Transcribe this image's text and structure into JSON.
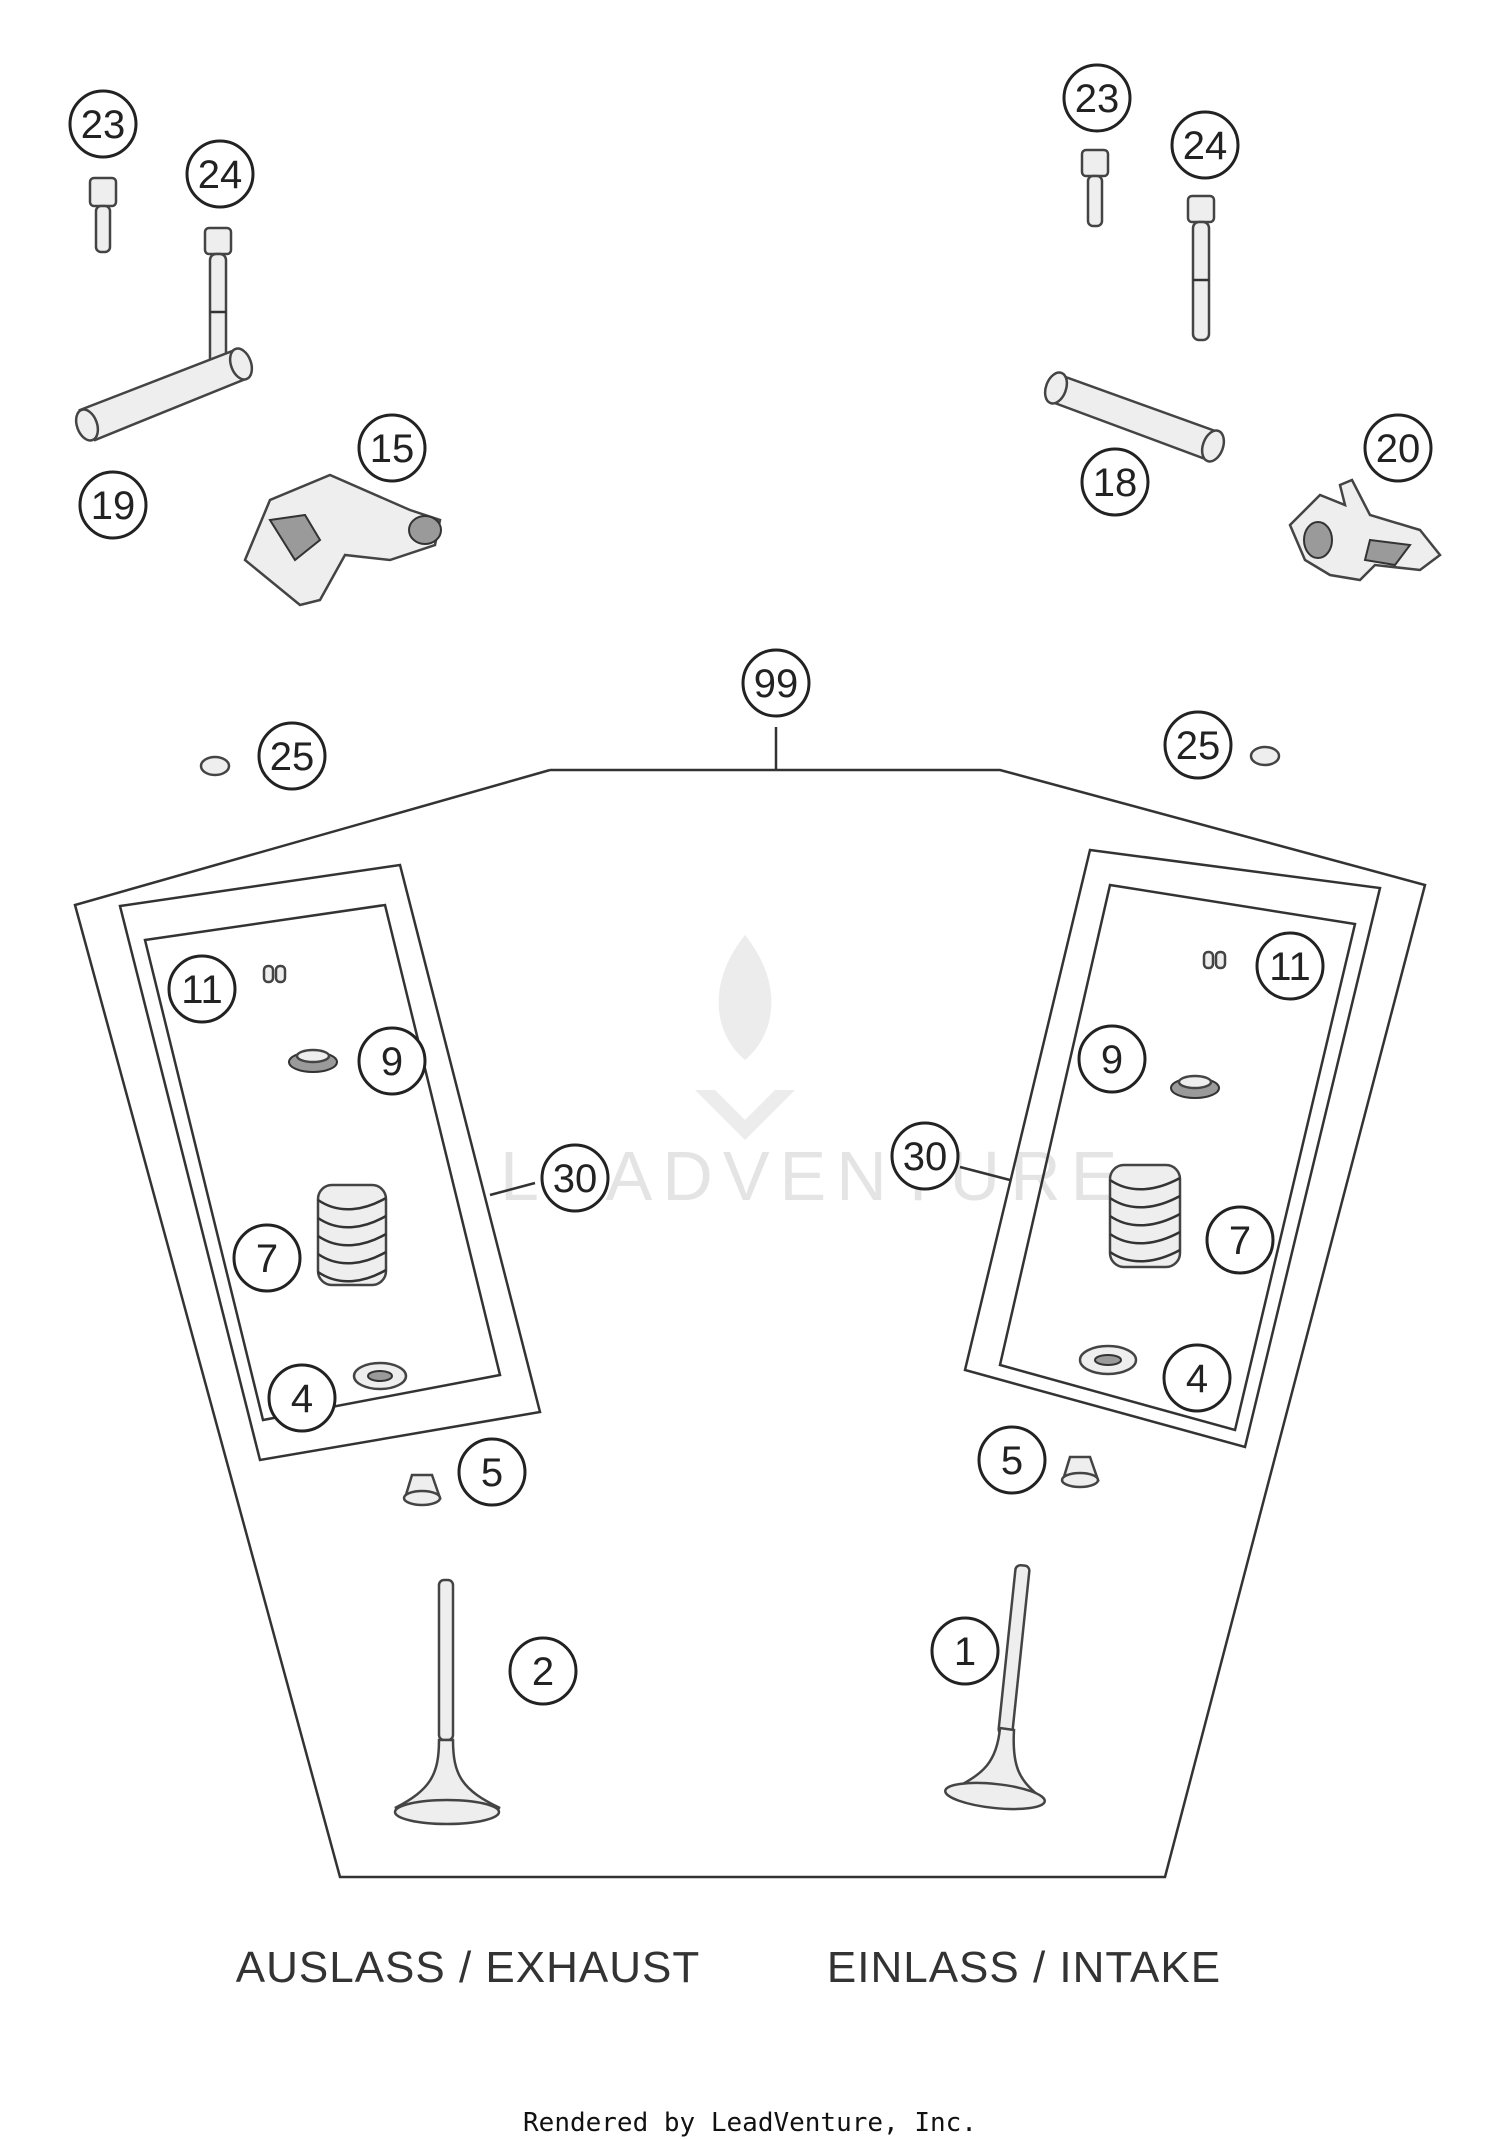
{
  "callouts": {
    "c23_left": "23",
    "c24_left": "24",
    "c19": "19",
    "c15": "15",
    "c23_right": "23",
    "c24_right": "24",
    "c18": "18",
    "c20": "20",
    "c99": "99",
    "c25_left": "25",
    "c25_right": "25",
    "c11_left": "11",
    "c9_left": "9",
    "c30_left": "30",
    "c7_left": "7",
    "c4_left": "4",
    "c5_left": "5",
    "c2": "2",
    "c11_right": "11",
    "c9_right": "9",
    "c30_right": "30",
    "c7_right": "7",
    "c4_right": "4",
    "c5_right": "5",
    "c1": "1"
  },
  "captions": {
    "exhaust": "AUSLASS / EXHAUST",
    "intake": "EINLASS / INTAKE"
  },
  "watermark": "LEADVENTURE",
  "footer": "Rendered by LeadVenture, Inc."
}
